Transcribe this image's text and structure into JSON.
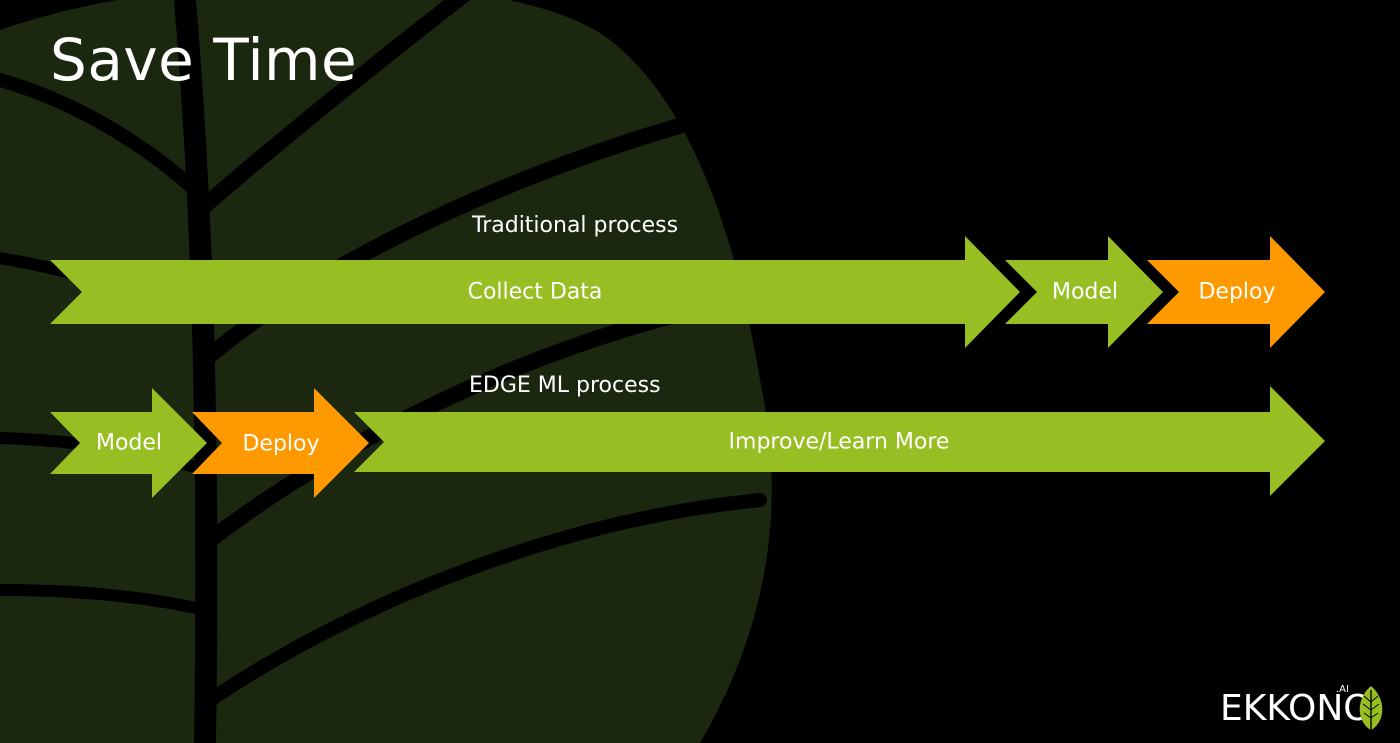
{
  "slide": {
    "title": "Save Time"
  },
  "traditional": {
    "heading": "Traditional process",
    "steps": [
      {
        "label": "Collect Data",
        "color": "#97be22"
      },
      {
        "label": "Model",
        "color": "#97be22"
      },
      {
        "label": "Deploy",
        "color": "#ff9900"
      }
    ]
  },
  "edge": {
    "heading": "EDGE ML process",
    "steps": [
      {
        "label": "Model",
        "color": "#97be22"
      },
      {
        "label": "Deploy",
        "color": "#ff9900"
      },
      {
        "label": "Improve/Learn More",
        "color": "#97be22"
      }
    ]
  },
  "logo": {
    "text": "EKKONO",
    "suffix": ".AI",
    "icon": "leaf-icon"
  },
  "colors": {
    "background": "#000000",
    "leaf": "#1c2710",
    "green": "#97be22",
    "orange": "#ff9900"
  }
}
